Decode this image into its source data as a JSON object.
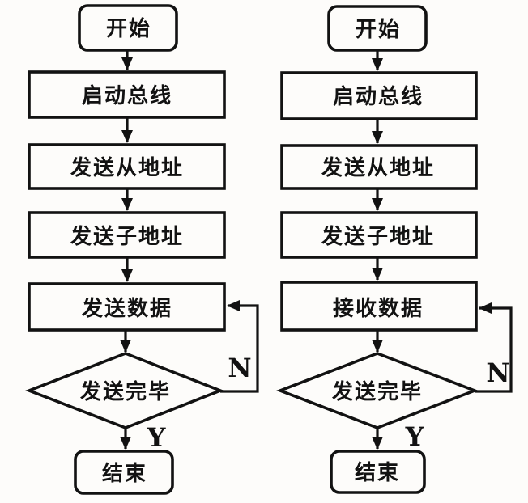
{
  "diagram": {
    "description": "Two scanned flowcharts, send routine and receive routine",
    "background_color": "#fdfcfa",
    "line_color": "#121212"
  },
  "flowcharts": [
    {
      "name": "send-routine",
      "nodes": {
        "start": "开始",
        "step1": "启动总线",
        "step2": "发送从地址",
        "step3": "发送子地址",
        "step4": "发送数据",
        "decision": "发送完毕",
        "end": "结束"
      },
      "branch_labels": {
        "no": "N",
        "yes": "Y"
      }
    },
    {
      "name": "receive-routine",
      "nodes": {
        "start": "开始",
        "step1": "启动总线",
        "step2": "发送从地址",
        "step3": "发送子地址",
        "step4": "接收数据",
        "decision": "发送完毕",
        "end": "结束"
      },
      "branch_labels": {
        "no": "N",
        "yes": "Y"
      }
    }
  ]
}
